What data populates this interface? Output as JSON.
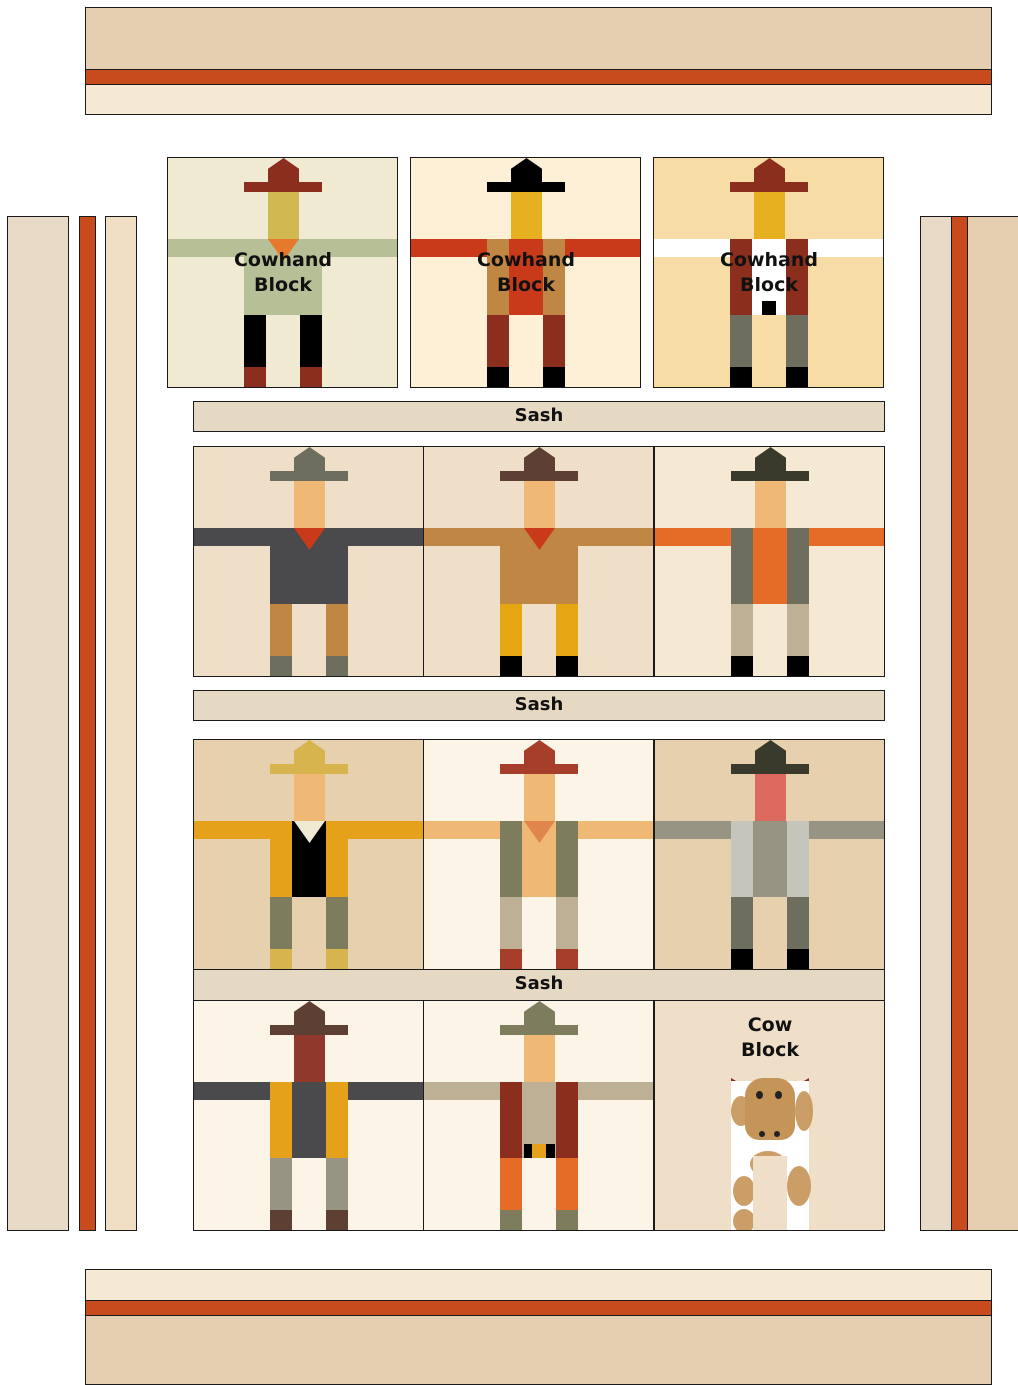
{
  "labels": {
    "cowhand_block": "Cowhand Block",
    "sash": "Sash",
    "cow_block": "Cow Block"
  },
  "colors": {
    "border_light": "#e5cfb0",
    "border_rust": "#c84b1e",
    "border_cream": "#f6e9d3",
    "side_light": "#e8dac6",
    "side_cream": "#f0dec5",
    "sash": "#e6d9c4",
    "outline": "#1a1a1a"
  },
  "blocks": [
    {
      "row": 0,
      "bg": "#f0ead3",
      "hat": "#8b2e1e",
      "face": "#d2b851",
      "shirt": "#b7bf96",
      "arms": "#b7bf96",
      "bandana": "#e7792c",
      "vest": "",
      "pants": "#000000",
      "boots": "#8b2e1e",
      "label": "cowhand_block"
    },
    {
      "row": 0,
      "bg": "#fdf0d6",
      "hat": "#000000",
      "face": "#e6b020",
      "shirt": "#c93a1a",
      "arms": "#c93a1a",
      "bandana": "",
      "vest": "#c08643",
      "pants": "#8b2e1e",
      "boots": "#000000",
      "label": "cowhand_block"
    },
    {
      "row": 0,
      "bg": "#f7dca6",
      "hat": "#8b2e1e",
      "face": "#e6b020",
      "shirt": "#ffffff",
      "arms": "#ffffff",
      "bandana": "",
      "vest": "#8b2e1e",
      "pants": "#6e6e5e",
      "boots": "#000000",
      "label": "cowhand_block",
      "buckle": "#000000"
    },
    {
      "row": 1,
      "bg": "#efdfc8",
      "hat": "#6e6e5e",
      "face": "#efb874",
      "shirt": "#4a4a4c",
      "arms": "#4a4a4c",
      "bandana": "#c93a1a",
      "vest": "",
      "pants": "#c08643",
      "boots": "#6e6e5e"
    },
    {
      "row": 1,
      "bg": "#efdfc8",
      "hat": "#5d3f34",
      "face": "#efb874",
      "shirt": "#c08643",
      "arms": "#c08643",
      "bandana": "#c93a1a",
      "vest": "",
      "pants": "#e6a612",
      "boots": "#000000"
    },
    {
      "row": 1,
      "bg": "#f6e9d3",
      "hat": "#3a3a2c",
      "face": "#efb874",
      "shirt": "#e46c26",
      "arms": "#e46c26",
      "bandana": "",
      "vest": "#6e6e5e",
      "pants": "#bdb094",
      "boots": "#000000"
    },
    {
      "row": 2,
      "bg": "#e7d0ae",
      "hat": "#d8b44e",
      "face": "#efb874",
      "shirt": "#000000",
      "arms": "#e5a11a",
      "bandana": "#f0ead3",
      "vest": "#e5a11a",
      "pants": "#7d7d5e",
      "boots": "#d8b44e"
    },
    {
      "row": 2,
      "bg": "#fdf4e8",
      "hat": "#a63e2a",
      "face": "#efb874",
      "shirt": "#efb874",
      "arms": "#efb874",
      "bandana": "#e0864c",
      "vest": "#7d7d5e",
      "pants": "#bdb094",
      "boots": "#a63e2a"
    },
    {
      "row": 2,
      "bg": "#e7d0ae",
      "hat": "#3a3a2c",
      "face": "#dd6a5f",
      "shirt": "#989484",
      "arms": "#989484",
      "bandana": "",
      "vest": "#c5c5bc",
      "pants": "#6e6e5e",
      "boots": "#000000"
    },
    {
      "row": 3,
      "bg": "#fdf4e8",
      "hat": "#5d3f34",
      "face": "#91382c",
      "shirt": "#4a4a4c",
      "arms": "#4a4a4c",
      "bandana": "",
      "vest": "#e5a11a",
      "pants": "#989484",
      "boots": "#5d3f34"
    },
    {
      "row": 3,
      "bg": "#fdf4e8",
      "hat": "#7d7d5e",
      "face": "#efb874",
      "shirt": "#bdb094",
      "arms": "#bdb094",
      "bandana": "",
      "vest": "#8b2e1e",
      "pants": "#e46c26",
      "boots": "#7d7d5e",
      "belt": "#e5a11a"
    },
    {
      "row": 3,
      "bg": "#efdfc8",
      "cow": true,
      "label": "cow_block"
    }
  ]
}
